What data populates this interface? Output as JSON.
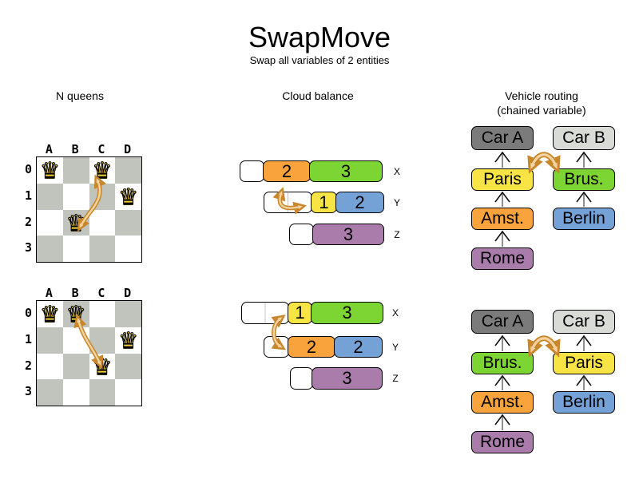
{
  "title": "SwapMove",
  "subtitle": "Swap all variables of 2 entities",
  "headers": {
    "nqueens": "N queens",
    "cloud": "Cloud balance",
    "vehicle_line1": "Vehicle routing",
    "vehicle_line2": "(chained variable)"
  },
  "colors": {
    "orange": "#F8A33C",
    "green": "#7CD532",
    "yellow": "#F8E545",
    "blue": "#74A2D6",
    "purple": "#A97CAB",
    "car_a_gray": "#7B7B7B",
    "car_b_gray": "#D8DBD6",
    "board_dark_square": "#C1C3BD",
    "swap_arrow_fill": "#F3D3A0",
    "swap_arrow_stroke": "#C8872B"
  },
  "queen_glyph": "♛",
  "nqueens": {
    "col_labels": [
      "A",
      "B",
      "C",
      "D"
    ],
    "row_labels": [
      "0",
      "1",
      "2",
      "3"
    ],
    "before_queens": [
      "A0",
      "C0",
      "D1",
      "B2"
    ],
    "after_queens": [
      "A0",
      "B0",
      "D1",
      "C2"
    ],
    "swap_before": "C0 <-> B2",
    "swap_after": "B0 <-> C2"
  },
  "cloud": {
    "row_labels": [
      "X",
      "Y",
      "Z"
    ],
    "before": {
      "x": {
        "orange": "2",
        "green": "3"
      },
      "y": {
        "yellow": "1",
        "blue": "2"
      },
      "z": {
        "purple": "3"
      }
    },
    "after": {
      "x": {
        "yellow": "1",
        "green": "3"
      },
      "y": {
        "orange": "2",
        "blue": "2"
      },
      "z": {
        "purple": "3"
      }
    }
  },
  "vehicle": {
    "before": {
      "car_a_chain": [
        "Car A",
        "Paris",
        "Amst.",
        "Rome"
      ],
      "car_b_chain": [
        "Car B",
        "Brus.",
        "Berlin"
      ]
    },
    "after": {
      "car_a_chain": [
        "Car A",
        "Brus.",
        "Amst.",
        "Rome"
      ],
      "car_b_chain": [
        "Car B",
        "Paris",
        "Berlin"
      ]
    }
  }
}
